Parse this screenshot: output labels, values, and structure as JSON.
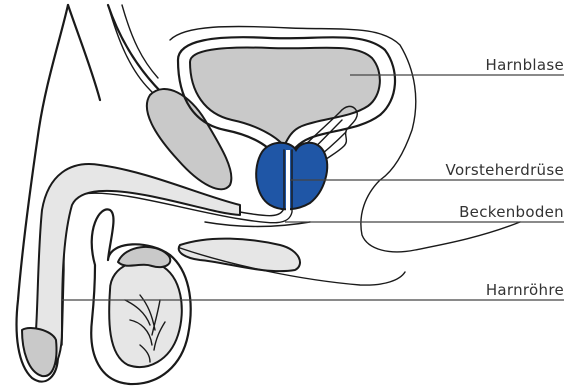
{
  "labels": {
    "bladder": "Harnblase",
    "prostate": "Vorsteherdrüse",
    "pelvic_floor": "Beckenboden",
    "urethra": "Harnröhre"
  },
  "colors": {
    "prostate": "#1f56a6",
    "organ_fill": "#c9c9c9",
    "tissue_fill": "#e6e6e6",
    "outline": "#1a1a1a"
  }
}
